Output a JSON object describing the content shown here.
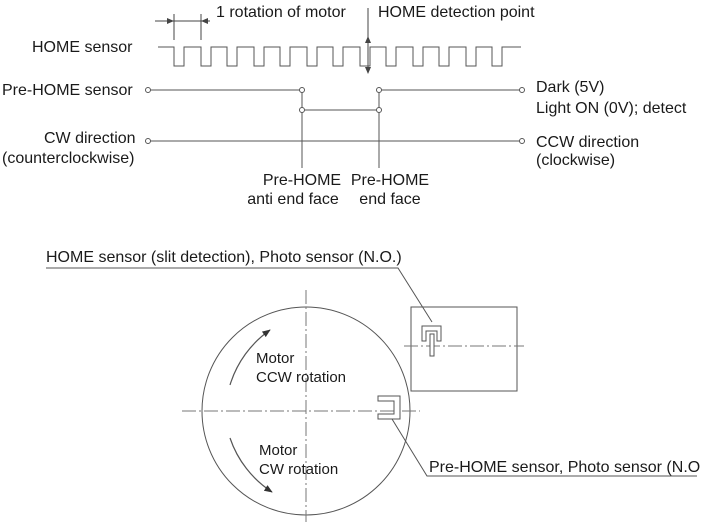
{
  "timing": {
    "rotation_label": "1 rotation of motor",
    "home_detection_label": "HOME detection point",
    "home_sensor_label": "HOME sensor",
    "prehome_sensor_label": "Pre-HOME sensor",
    "dark_label": "Dark (5V)",
    "light_label": "Light ON (0V); detect",
    "cw_line1": "CW direction",
    "cw_line2": "(counterclockwise)",
    "ccw_line1": "CCW direction",
    "ccw_line2": "(clockwise)",
    "anti_face_line1": "Pre-HOME",
    "anti_face_line2": "anti end face",
    "end_face_line1": "Pre-HOME",
    "end_face_line2": "end face"
  },
  "mechanism": {
    "home_sensor_callout": "HOME sensor (slit detection), Photo sensor (N.O.)",
    "prehome_sensor_callout": "Pre-HOME sensor, Photo sensor (N.O.)",
    "ccw_line1": "Motor",
    "ccw_line2": "CCW rotation",
    "cw_line1": "Motor",
    "cw_line2": "CW rotation"
  }
}
